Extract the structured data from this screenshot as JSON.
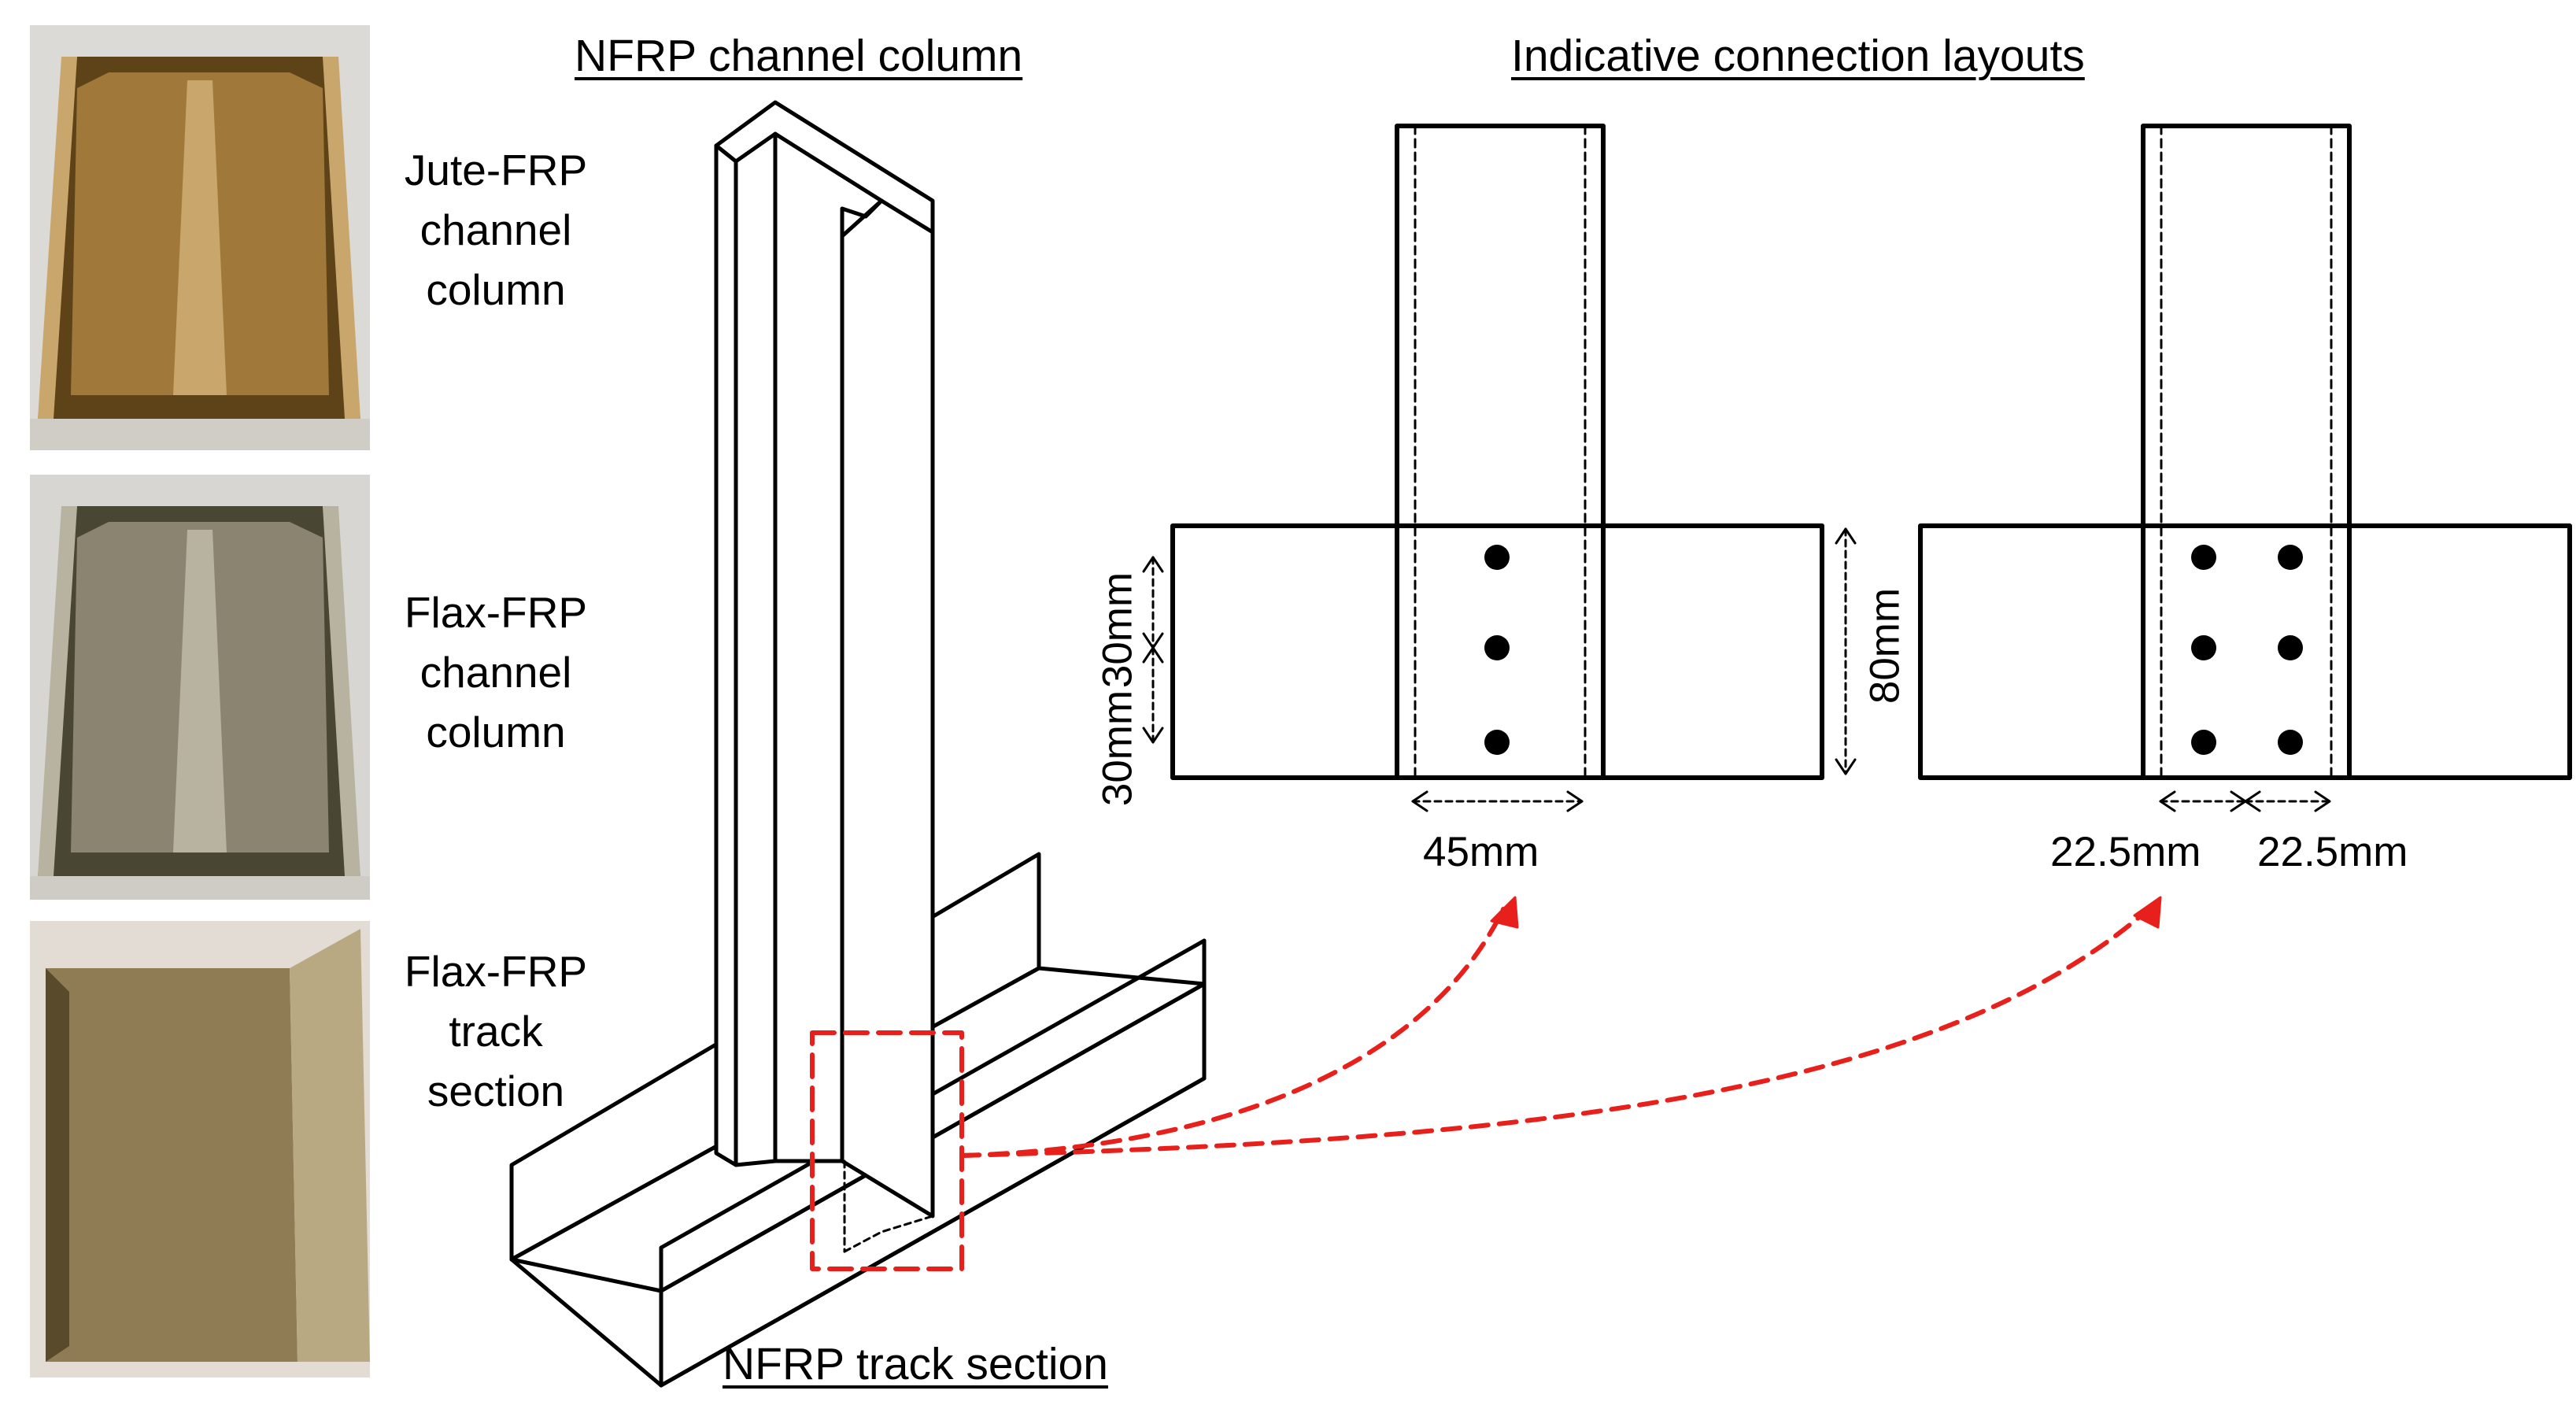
{
  "photos": [
    {
      "label_lines": [
        "Jute-FRP",
        "channel",
        "column"
      ],
      "tone": "#a0783a",
      "dark": "#5e4318",
      "light": "#c9a66b"
    },
    {
      "label_lines": [
        "Flax-FRP",
        "channel",
        "column"
      ],
      "tone": "#8a8470",
      "dark": "#4a4634",
      "light": "#b8b3a0"
    },
    {
      "label_lines": [
        "Flax-FRP",
        "track",
        "section"
      ],
      "tone": "#8f7c55",
      "dark": "#594a2c",
      "light": "#b9a983"
    }
  ],
  "titles": {
    "column": "NFRP channel column",
    "connections": "Indicative connection layouts",
    "track": "NFRP track section"
  },
  "layout_left": {
    "vertical_dims": [
      "30mm",
      "30mm"
    ],
    "right_dim": "80mm",
    "bottom_dim": "45mm",
    "bolts": 3
  },
  "layout_right": {
    "bottom_dims": [
      "22.5mm",
      "22.5mm"
    ],
    "bolts": 6
  },
  "colors": {
    "line": "#000000",
    "highlight": "#e8201c"
  }
}
